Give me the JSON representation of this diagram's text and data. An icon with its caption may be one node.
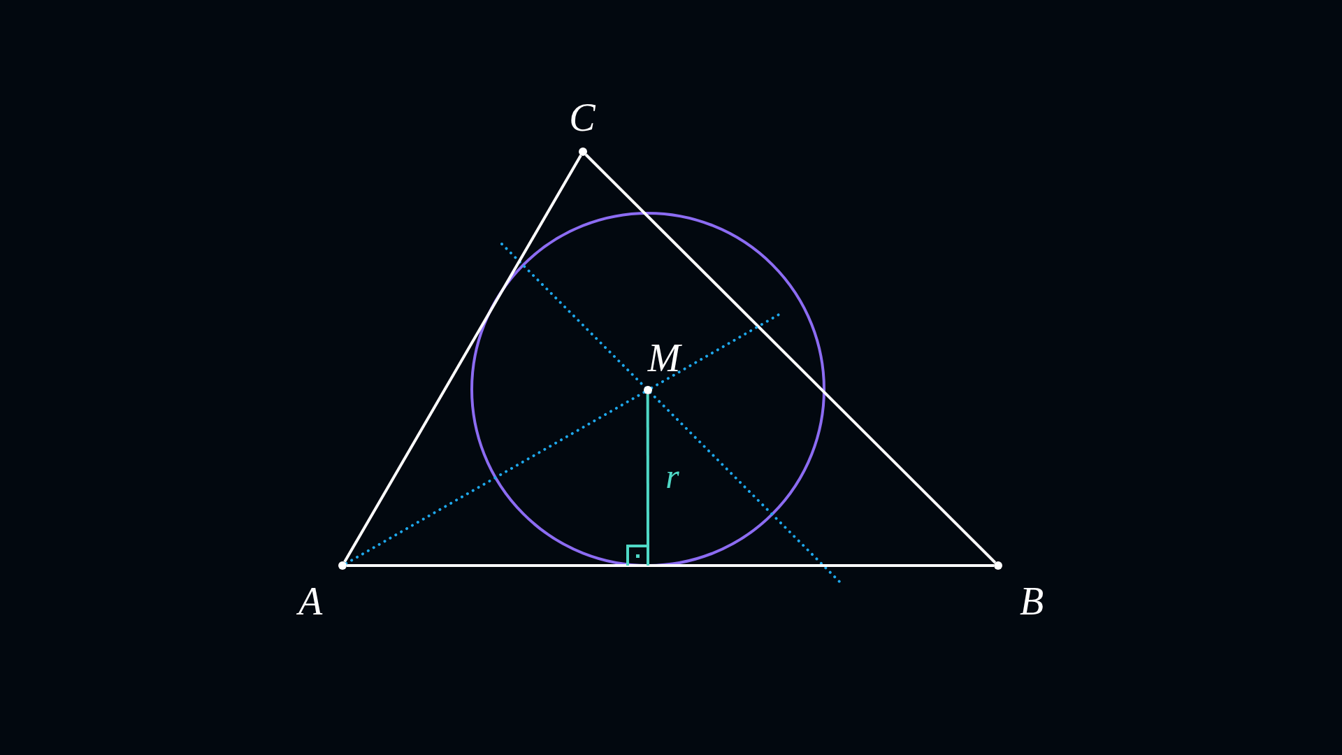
{
  "diagram": {
    "nodes": [
      {
        "text": [],
        "shape": "circle",
        "beside": [
          "C"
        ]
      },
      {
        "text": [],
        "shape": "circle",
        "beside": [
          "M"
        ]
      },
      {
        "text": [],
        "shape": "circle",
        "beside": [
          "A"
        ]
      },
      {
        "text": [],
        "shape": "circle",
        "beside": [
          "B"
        ]
      },
      {
        "text": [],
        "shape": "box"
      }
    ],
    "edges": [
      {
        "from": 2,
        "to": 3,
        "arrow": "none"
      },
      {
        "from": 3,
        "to": 0,
        "arrow": "none"
      },
      {
        "from": 0,
        "to": 2,
        "arrow": "none"
      },
      {
        "from": 2,
        "to": 1,
        "arrow": "none",
        "style": "dashed",
        "color": "#1ea7ea"
      },
      {
        "from": 1,
        "to": null,
        "arrow": "none",
        "style": "dashed",
        "color": "#1ea7ea"
      },
      {
        "from": 1,
        "to": 4,
        "arrow": "none",
        "label": "r",
        "color": "#4fd8c6"
      }
    ]
  }
}
